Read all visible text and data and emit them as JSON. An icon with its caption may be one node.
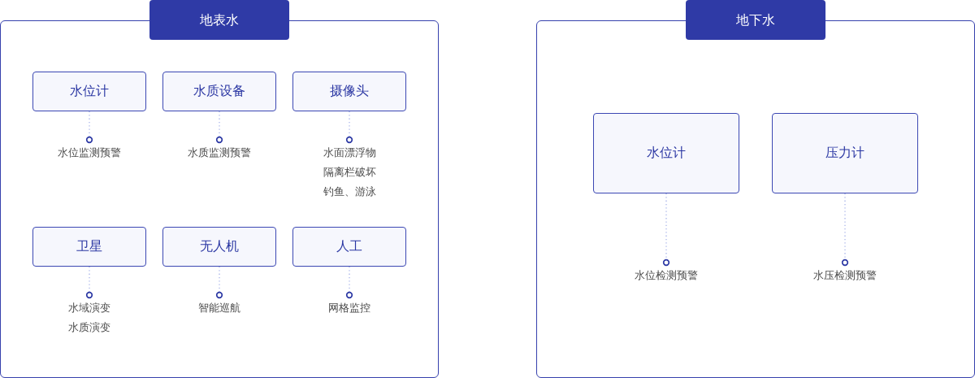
{
  "diagram": {
    "nodes": [
      {
        "text": [
          "地表水"
        ]
      },
      {
        "text": [
          "水位计"
        ],
        "in": 0
      },
      {
        "text": [
          "水质设备"
        ],
        "in": 0
      },
      {
        "text": [
          "摄像头"
        ],
        "in": 0
      },
      {
        "text": [
          "水位监测预警"
        ],
        "in": 0
      },
      {
        "text": [
          "水质监测预警"
        ],
        "in": 0
      },
      {
        "text": [
          "水面漂浮物",
          "隔离栏破坏",
          "钓鱼、游泳"
        ],
        "in": 0
      },
      {
        "text": [
          "卫星"
        ],
        "in": 0
      },
      {
        "text": [
          "无人机"
        ],
        "in": 0
      },
      {
        "text": [
          "人工"
        ],
        "in": 0
      },
      {
        "text": [
          "水域演变",
          "水质演变"
        ],
        "in": 0
      },
      {
        "text": [
          "智能巡航"
        ],
        "in": 0
      },
      {
        "text": [
          "网格监控"
        ],
        "in": 0
      },
      {
        "text": [
          "地下水"
        ]
      },
      {
        "text": [
          "水位计"
        ],
        "in": 13
      },
      {
        "text": [
          "压力计"
        ],
        "in": 13
      },
      {
        "text": [
          "水位检测预警"
        ],
        "in": 13
      },
      {
        "text": [
          "水压检测预警"
        ],
        "in": 13
      }
    ],
    "edges": [
      {
        "from": 1,
        "to": 4,
        "arrow": "other",
        "style": "dashed"
      },
      {
        "from": 2,
        "to": 5,
        "arrow": "other",
        "style": "dashed"
      },
      {
        "from": 3,
        "to": 6,
        "arrow": "other",
        "style": "dashed"
      },
      {
        "from": 7,
        "to": 10,
        "arrow": "other",
        "style": "dashed"
      },
      {
        "from": 8,
        "to": 11,
        "arrow": "other",
        "style": "dashed"
      },
      {
        "from": 9,
        "to": 12,
        "arrow": "other",
        "style": "dashed"
      },
      {
        "from": 14,
        "to": 16,
        "arrow": "other",
        "style": "dashed"
      },
      {
        "from": 15,
        "to": 17,
        "arrow": "other",
        "style": "dashed"
      }
    ]
  }
}
